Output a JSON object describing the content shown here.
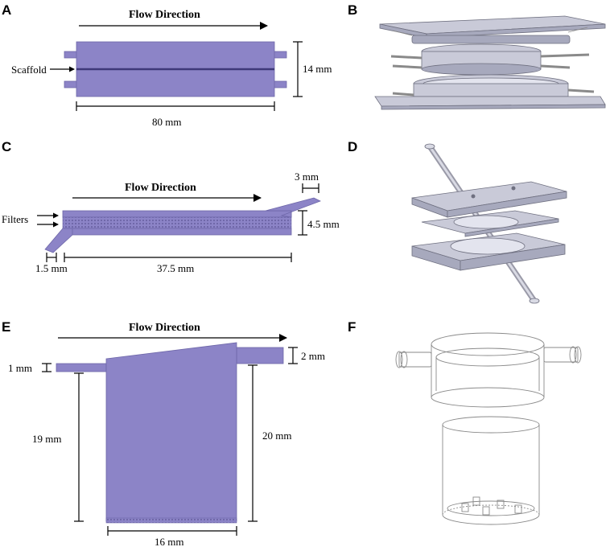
{
  "panels": {
    "a": {
      "label": "A",
      "flow_direction": "Flow Direction",
      "scaffold": "Scaffold",
      "height": "14 mm",
      "length": "80 mm"
    },
    "b": {
      "label": "B"
    },
    "c": {
      "label": "C",
      "flow_direction": "Flow Direction",
      "filters": "Filters",
      "outlet_width": "3 mm",
      "height": "4.5 mm",
      "inlet_width": "1.5 mm",
      "length": "37.5 mm"
    },
    "d": {
      "label": "D"
    },
    "e": {
      "label": "E",
      "flow_direction": "Flow Direction",
      "inlet_height": "1 mm",
      "outlet_height": "2 mm",
      "left_height": "19 mm",
      "right_height": "20 mm",
      "width": "16 mm"
    },
    "f": {
      "label": "F"
    }
  },
  "colors": {
    "chamber_fill": "#8c84c7",
    "part_gray": "#c9cad8",
    "wireframe": "#8a8a8a"
  }
}
